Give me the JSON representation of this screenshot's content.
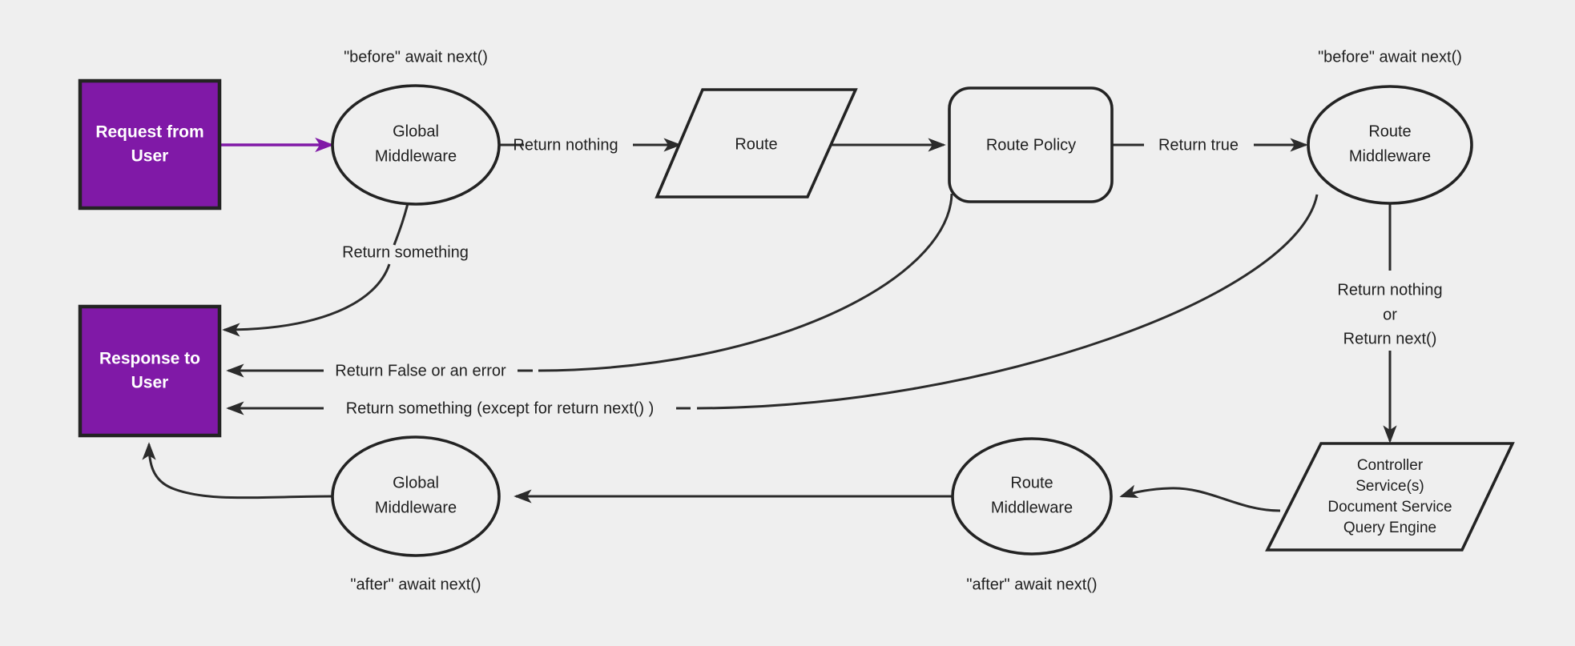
{
  "diagram": {
    "title": "Request lifecycle middleware flow",
    "background_color": "#efefef",
    "accent_color": "#8019a7",
    "line_color": "#2b2b2b"
  },
  "nodes": {
    "request_from_user": {
      "line1": "Request from",
      "line2": "User",
      "shape": "rectangle",
      "fill": "#8019a7"
    },
    "response_to_user": {
      "line1": "Response to",
      "line2": "User",
      "shape": "rectangle",
      "fill": "#8019a7"
    },
    "global_middleware_top": {
      "line1": "Global",
      "line2": "Middleware",
      "shape": "ellipse"
    },
    "route": {
      "line1": "Route",
      "shape": "parallelogram"
    },
    "route_policy": {
      "line1": "Route Policy",
      "shape": "rounded-rectangle"
    },
    "route_middleware_top": {
      "line1": "Route",
      "line2": "Middleware",
      "shape": "ellipse"
    },
    "controller_stack": {
      "line1": "Controller",
      "line2": "Service(s)",
      "line3": "Document Service",
      "line4": "Query Engine",
      "shape": "parallelogram"
    },
    "route_middleware_bottom": {
      "line1": "Route",
      "line2": "Middleware",
      "shape": "ellipse"
    },
    "global_middleware_bottom": {
      "line1": "Global",
      "line2": "Middleware",
      "shape": "ellipse"
    }
  },
  "annotations": {
    "before_await_next_left": "\"before\" await next()",
    "before_await_next_right": "\"before\" await next()",
    "after_await_next_left": "\"after\" await next()",
    "after_await_next_middle": "\"after\" await next()"
  },
  "edges": {
    "request_to_global": {
      "label": "",
      "color": "#8019a7"
    },
    "global_to_route": {
      "label": "Return nothing"
    },
    "route_to_policy": {
      "label": ""
    },
    "policy_to_route_middleware": {
      "label": "Return true"
    },
    "global_return_something": {
      "label": "Return something"
    },
    "policy_return_false": {
      "label": "Return False or an error"
    },
    "route_mw_return_something": {
      "label": "Return something (except for return next() )"
    },
    "route_mw_to_controller_line1": "Return nothing",
    "route_mw_to_controller_line2": "or",
    "route_mw_to_controller_line3": "Return next()",
    "controller_to_route_mw_bottom": {
      "label": ""
    },
    "route_mw_bottom_to_global_bottom": {
      "label": ""
    },
    "global_bottom_to_response": {
      "label": ""
    }
  }
}
